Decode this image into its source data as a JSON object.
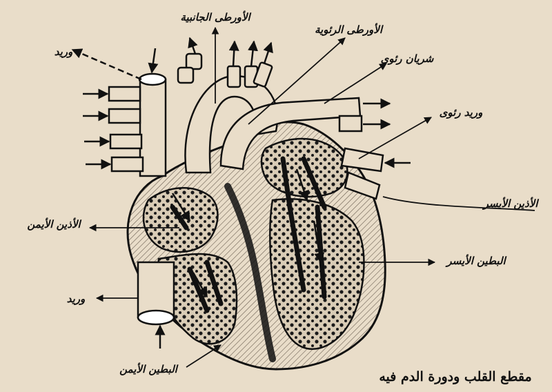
{
  "diagram": {
    "caption": "مقطع القلب ودورة الدم فيه",
    "labels": {
      "vein_top": "وريد",
      "aorta_pulmonary": "الأورطى الرئوية",
      "pulmonary_artery": "شريان رئوى",
      "pulmonary_vein": "وريد رئوى",
      "left_atrium": "الأذين الأيسر",
      "left_ventricle": "البطين الأيسر",
      "right_atrium": "الأذين الأيمن",
      "vein_bottom": "وريد",
      "right_ventricle": "البطين الأيمن"
    },
    "top_label_garbled": "الأورطى الجانبية"
  },
  "colors": {
    "paper": "#e9ddc9",
    "ink": "#111111",
    "muscle": "#7a6d5e"
  }
}
